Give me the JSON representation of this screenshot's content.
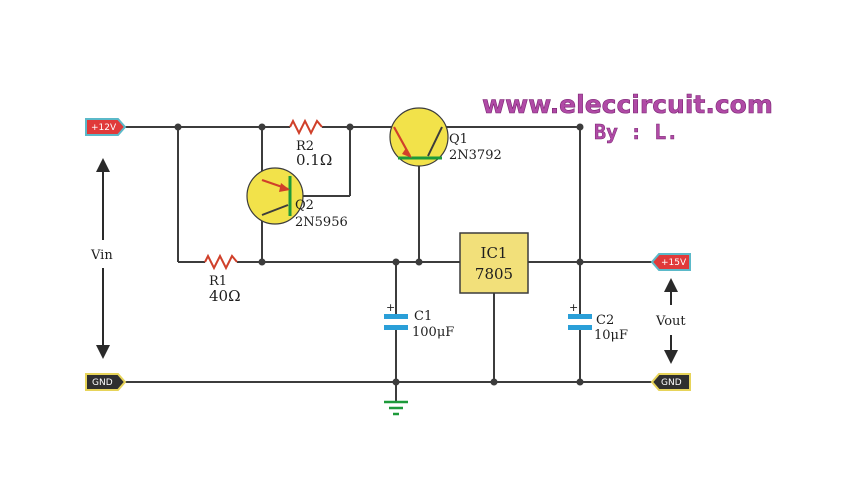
{
  "watermark": {
    "site": "www.eleccircuit.com",
    "author": "By : L."
  },
  "terminals": {
    "vin_plus": "+12V",
    "gnd_left": "GND",
    "vout_plus": "+15V",
    "gnd_right": "GND"
  },
  "labels": {
    "vin": "Vin",
    "vout": "Vout"
  },
  "components": {
    "r1": {
      "ref": "R1",
      "value": "40Ω"
    },
    "r2": {
      "ref": "R2",
      "value": "0.1Ω"
    },
    "q1": {
      "ref": "Q1",
      "part": "2N3792"
    },
    "q2": {
      "ref": "Q2",
      "part": "2N5956"
    },
    "ic1": {
      "ref": "IC1",
      "part": "7805"
    },
    "c1": {
      "ref": "C1",
      "value": "100μF"
    },
    "c2": {
      "ref": "C2",
      "value": "10μF"
    }
  },
  "colors": {
    "wire": "#3c3c3c",
    "transistor_body": "#f2e24a",
    "transistor_base": "#1d9a3a",
    "resistor": "#d0402a",
    "ic_body": "#f2e07a",
    "capacitor_plate": "#2a9fd8",
    "ground": "#1d9a3a",
    "terminal_red": "#e03a3a",
    "terminal_dark": "#2f2f2f",
    "brand": "#b04aa6"
  }
}
